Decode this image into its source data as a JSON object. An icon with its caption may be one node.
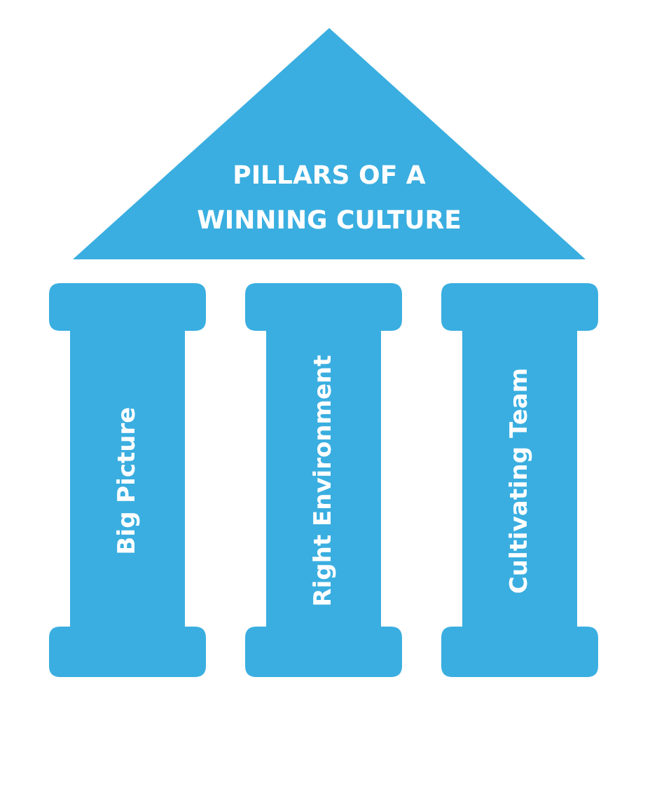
{
  "diagram": {
    "nodes": [
      {
        "text": [
          "PILLARS OF A WINNING CULTURE"
        ]
      },
      {
        "text": [
          "Big Picture"
        ]
      },
      {
        "text": [
          "Right Environment"
        ]
      },
      {
        "text": [
          "Cultivating Team"
        ]
      }
    ],
    "edges": []
  }
}
